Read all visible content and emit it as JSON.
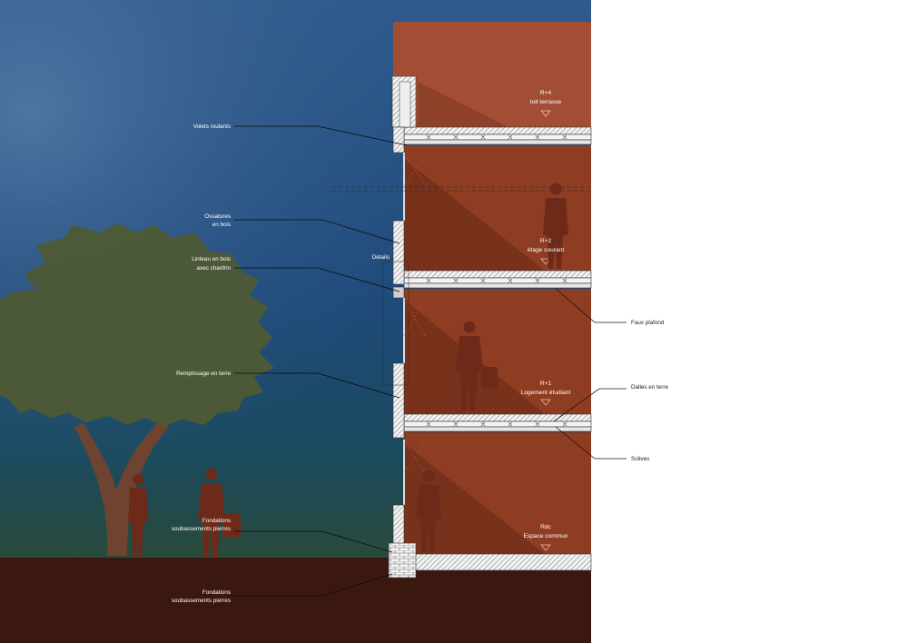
{
  "colors": {
    "sky_top": "#2f5a8c",
    "sky_bottom": "#123a5e",
    "ground": "#3a1810",
    "interior": "#8e3c22",
    "roof": "#a34e34",
    "shadow": "#5e2415",
    "silhouette": "#6e2a18",
    "tree_canopy": "#4e5a34",
    "tree_trunk": "#6e4430"
  },
  "levels": [
    {
      "name": "R+4",
      "sub": "toit terrasse"
    },
    {
      "name": "R+2",
      "sub": "étage courant"
    },
    {
      "name": "R+1",
      "sub": "Logement étudiant"
    },
    {
      "name": "Rdc",
      "sub": "Espace commun"
    }
  ],
  "labels_left": [
    {
      "id": "volets",
      "lines": [
        "Volets roulants"
      ]
    },
    {
      "id": "ossatures",
      "lines": [
        "Ossatures",
        "en bois"
      ]
    },
    {
      "id": "linteau",
      "lines": [
        "Linteau en bois",
        "avec chanfrin"
      ]
    },
    {
      "id": "details",
      "lines": [
        "Détails"
      ]
    },
    {
      "id": "remplissage",
      "lines": [
        "Remplissage en terre"
      ]
    },
    {
      "id": "fondations1",
      "lines": [
        "Fondations",
        "soubassements pierres"
      ]
    },
    {
      "id": "fondations2",
      "lines": [
        "Fondations",
        "soubassements pierres"
      ]
    }
  ],
  "labels_right": [
    {
      "id": "faux-plafond",
      "lines": [
        "Faux plafond"
      ]
    },
    {
      "id": "dalles",
      "lines": [
        "Dalles en terre"
      ]
    },
    {
      "id": "solives",
      "lines": [
        "Solives"
      ]
    }
  ]
}
